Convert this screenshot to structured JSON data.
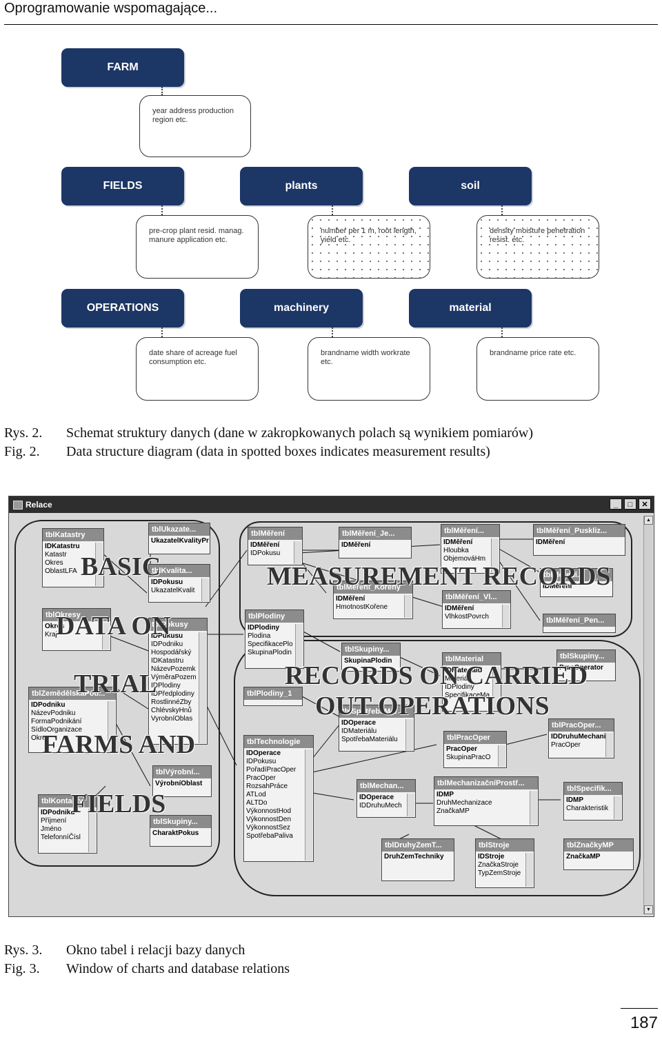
{
  "running_head": "Oprogramowanie wspomagające...",
  "diagram": {
    "nodes": {
      "farm": "FARM",
      "fields": "FIELDS",
      "plants": "plants",
      "soil": "soil",
      "operations": "OPERATIONS",
      "machinery": "machinery",
      "material": "material"
    },
    "details": {
      "farm": "year address production region etc.",
      "fields": "pre-crop plant resid. manag. manure application etc.",
      "plants": "number per 1 m, root length, yield etc.",
      "soil": "density moisture penetration resist. etc.",
      "operations": "date share of acreage fuel consumption etc.",
      "machinery": "brandname width workrate etc.",
      "material": "brandname price rate etc."
    }
  },
  "captions": {
    "fig2": {
      "label_pl": "Rys. 2.",
      "text_pl": "Schemat struktury danych (dane w zakropkowanych polach są wynikiem pomiarów)",
      "label_en": "Fig. 2.",
      "text_en": "Data structure diagram (data in spotted boxes indicates measurement results)"
    },
    "fig3": {
      "label_pl": "Rys. 3.",
      "text_pl": "Okno tabel i relacji bazy danych",
      "label_en": "Fig. 3.",
      "text_en": "Window of charts and database relations"
    }
  },
  "window": {
    "title": "Relace",
    "buttons": {
      "minimize": "_",
      "maximize": "□",
      "close": "✕"
    },
    "overlay": {
      "basic_1": "BASIC",
      "basic_2": "DATA ON",
      "basic_3": "TRIAL",
      "basic_4": "FARMS AND",
      "basic_5": "FIELDS",
      "measure": "MEASUREMENT RECORDS",
      "records_1": "RECORDS ON CARRIED",
      "records_2": "OUT OPERATIONS"
    },
    "tables": [
      {
        "title": "tblKatastry",
        "fields": [
          "IDKatastru",
          "Katastr",
          "Okres",
          "OblastLFA"
        ]
      },
      {
        "title": "tblUkazate...",
        "fields": [
          "UkazatelKvalityPr"
        ]
      },
      {
        "title": "tblKvalita...",
        "fields": [
          "IDPokusu",
          "UkazatelKvalit"
        ]
      },
      {
        "title": "tblOkresy",
        "fields": [
          "Okres",
          "Kraj"
        ]
      },
      {
        "title": "tblPokusy",
        "fields": [
          "IDPukusu",
          "IDPodniku",
          "Hospodářský",
          "IDKatastru",
          "NázevPozemk",
          "VýměraPozem",
          "IDPlodiny",
          "IDPředplodiny",
          "RostlinnéZby",
          "ChlévskyHnů",
          "VyrobníOblas"
        ]
      },
      {
        "title": "tblZemědělskáPod...",
        "fields": [
          "IDPodniku",
          "NázevPodniku",
          "FormaPodnikání",
          "SídloOrganizace",
          "Okres"
        ]
      },
      {
        "title": "tblVýrobní...",
        "fields": [
          "VýrobníOblast"
        ]
      },
      {
        "title": "tblKontakty",
        "fields": [
          "IDPodniku",
          "Příjmení",
          "Jméno",
          "TelefonníČísl"
        ]
      },
      {
        "title": "tblSkupiny...",
        "fields": [
          "CharaktPokus"
        ]
      },
      {
        "title": "tblMěření",
        "fields": [
          "IDMěření",
          "IDPokusu"
        ]
      },
      {
        "title": "tblMěření_Je...",
        "fields": [
          "IDMěření"
        ]
      },
      {
        "title": "tblMěření...",
        "fields": [
          "IDMěření",
          "Hloubka",
          "ObjemováHm"
        ]
      },
      {
        "title": "tblMěření_Puskliz...",
        "fields": [
          "IDMěření"
        ]
      },
      {
        "title": "tblMěření...",
        "fields": [
          "IDMěření"
        ]
      },
      {
        "title": "tblMěření_Kořeny",
        "fields": [
          "IDMěření",
          "HmotnostKořene"
        ]
      },
      {
        "title": "tblMěření_Vl...",
        "fields": [
          "IDMěření",
          "VlhkostPovrch"
        ]
      },
      {
        "title": "tblMěření_Pen...",
        "fields": []
      },
      {
        "title": "tblPlodiny",
        "fields": [
          "IDPlodiny",
          "Plodina",
          "SpecifikacePlo",
          "SkupinaPlodin"
        ]
      },
      {
        "title": "tblSkupiny...",
        "fields": [
          "SkupinaPlodin"
        ]
      },
      {
        "title": "tblMaterial",
        "fields": [
          "IDMateriálu",
          "Materiál",
          "IDPlodiny",
          "SpecifikaceMa"
        ]
      },
      {
        "title": "tblSkupiny...",
        "fields": [
          "PracOperator"
        ]
      },
      {
        "title": "tblPlodiny_1",
        "fields": []
      },
      {
        "title": "tblSpotřebaM...",
        "fields": [
          "IDOperace",
          "IDMateriálu",
          "SpotřebaMateriálu"
        ]
      },
      {
        "title": "tblPracOper",
        "fields": [
          "PracOper",
          "SkupinaPracO"
        ]
      },
      {
        "title": "tblPracOper...",
        "fields": [
          "IDDruhuMechani",
          "PracOper"
        ]
      },
      {
        "title": "tblTechnologie",
        "fields": [
          "IDOperace",
          "IDPokusu",
          "PořadíPracOper",
          "PracOper",
          "RozsahPráce",
          "ATLod",
          "ALTDo",
          "VýkonnostHod",
          "VýkonnostDen",
          "VýkonnostSez",
          "SpotřebaPaliva"
        ]
      },
      {
        "title": "tblMechan...",
        "fields": [
          "IDOperace",
          "IDDruhuMech"
        ]
      },
      {
        "title": "tblMechanizačníProstř...",
        "fields": [
          "IDMP",
          "DruhMechanizace",
          "ZnačkaMP"
        ]
      },
      {
        "title": "tblSpecifik...",
        "fields": [
          "IDMP",
          "Charakteristik"
        ]
      },
      {
        "title": "tblDruhyZemT...",
        "fields": [
          "DruhZemTechniky"
        ]
      },
      {
        "title": "tblStroje",
        "fields": [
          "IDStroje",
          "ZnačkaStroje",
          "TypZemStroje"
        ]
      },
      {
        "title": "tblZnačkyMP",
        "fields": [
          "ZnačkaMP"
        ]
      }
    ]
  },
  "page_number": "187"
}
